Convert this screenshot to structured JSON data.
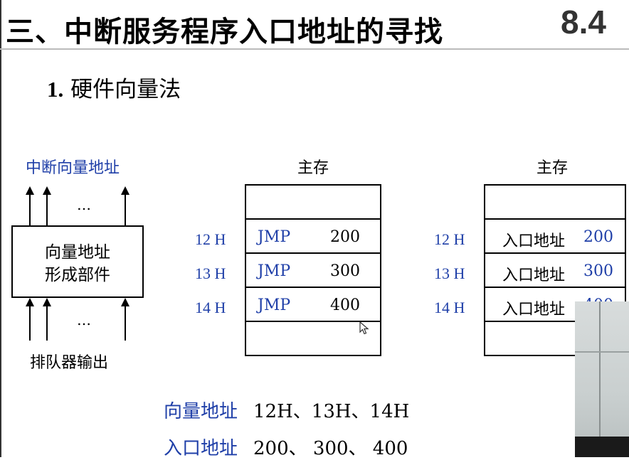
{
  "title": "三、中断服务程序入口地址的寻找",
  "section_number": "8.4",
  "subtitle": {
    "number": "1.",
    "text": "硬件向量法"
  },
  "left_diagram": {
    "top_label": "中断向量地址",
    "top_ellipsis": "…",
    "box_line1": "向量地址",
    "box_line2": "形成部件",
    "bottom_ellipsis": "…",
    "bottom_label": "排队器输出"
  },
  "memory1": {
    "header": "主存",
    "rows": [
      {
        "addr": "12 H",
        "op": "JMP",
        "val": "200"
      },
      {
        "addr": "13 H",
        "op": "JMP",
        "val": "300"
      },
      {
        "addr": "14 H",
        "op": "JMP",
        "val": "400"
      }
    ]
  },
  "memory2": {
    "header": "主存",
    "rows": [
      {
        "addr": "12 H",
        "text": "入口地址",
        "val": "200"
      },
      {
        "addr": "13 H",
        "text": "入口地址",
        "val": "300"
      },
      {
        "addr": "14 H",
        "text": "入口地址",
        "val": "400"
      }
    ]
  },
  "summary": [
    {
      "key": "向量地址",
      "value": "12H、13H、14H"
    },
    {
      "key": "入口地址",
      "value": "200、 300、 400"
    }
  ]
}
